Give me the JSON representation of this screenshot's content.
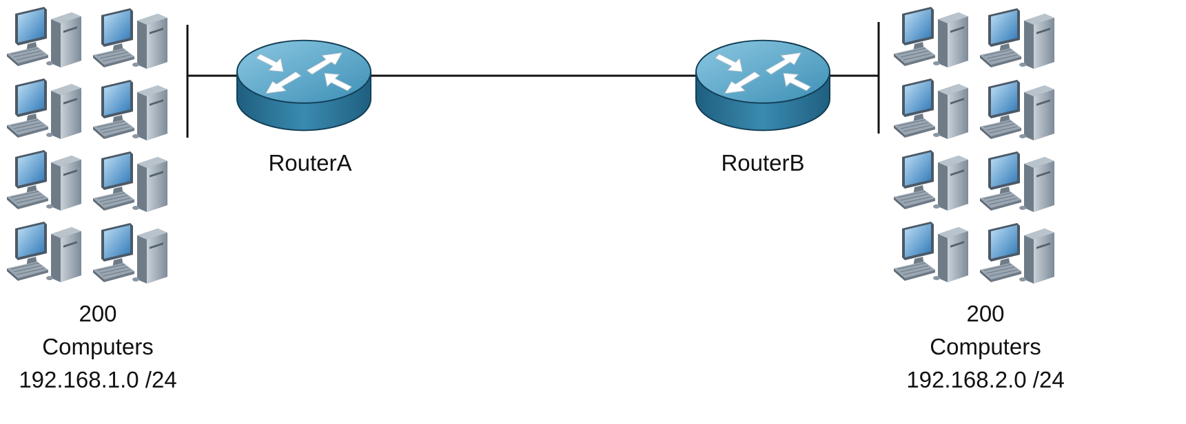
{
  "routers": [
    {
      "label": "RouterA"
    },
    {
      "label": "RouterB"
    }
  ],
  "networks": [
    {
      "count": "200",
      "unit": "Computers",
      "subnet": "192.168.1.0 /24"
    },
    {
      "count": "200",
      "unit": "Computers",
      "subnet": "192.168.2.0 /24"
    }
  ],
  "icons": {
    "router": "router-icon",
    "computer": "desktop-computer-icon"
  },
  "colors": {
    "router_top": "#5aa9c9",
    "router_side": "#2f7aa0",
    "line": "#111111",
    "monitor_screen": "#4a90c8",
    "tower": "#8b98a5"
  }
}
